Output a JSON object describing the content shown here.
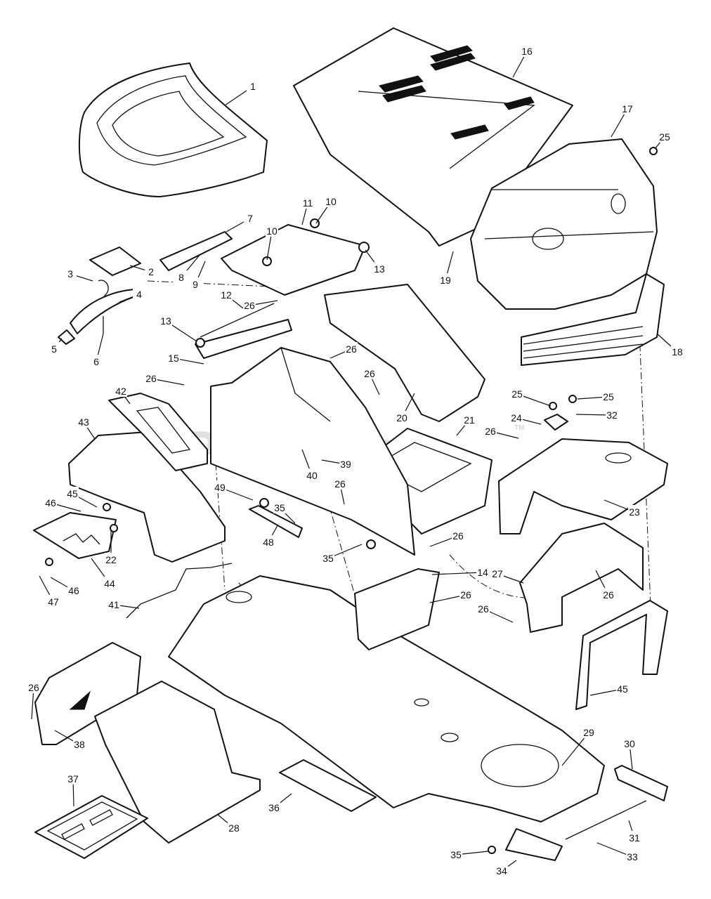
{
  "watermark": {
    "text": "PartsTree",
    "trademark": "TM"
  },
  "callouts": [
    {
      "label": "1"
    },
    {
      "label": "2"
    },
    {
      "label": "3"
    },
    {
      "label": "4"
    },
    {
      "label": "5"
    },
    {
      "label": "6"
    },
    {
      "label": "7"
    },
    {
      "label": "8"
    },
    {
      "label": "9"
    },
    {
      "label": "10"
    },
    {
      "label": "10"
    },
    {
      "label": "11"
    },
    {
      "label": "12"
    },
    {
      "label": "13"
    },
    {
      "label": "13"
    },
    {
      "label": "14"
    },
    {
      "label": "15"
    },
    {
      "label": "16"
    },
    {
      "label": "17"
    },
    {
      "label": "18"
    },
    {
      "label": "19"
    },
    {
      "label": "20"
    },
    {
      "label": "21"
    },
    {
      "label": "22"
    },
    {
      "label": "23"
    },
    {
      "label": "24"
    },
    {
      "label": "25"
    },
    {
      "label": "25"
    },
    {
      "label": "25"
    },
    {
      "label": "26"
    },
    {
      "label": "26"
    },
    {
      "label": "26"
    },
    {
      "label": "26"
    },
    {
      "label": "26"
    },
    {
      "label": "26"
    },
    {
      "label": "26"
    },
    {
      "label": "26"
    },
    {
      "label": "26"
    },
    {
      "label": "26"
    },
    {
      "label": "26"
    },
    {
      "label": "27"
    },
    {
      "label": "28"
    },
    {
      "label": "29"
    },
    {
      "label": "30"
    },
    {
      "label": "31"
    },
    {
      "label": "32"
    },
    {
      "label": "33"
    },
    {
      "label": "34"
    },
    {
      "label": "35"
    },
    {
      "label": "35"
    },
    {
      "label": "35"
    },
    {
      "label": "36"
    },
    {
      "label": "37"
    },
    {
      "label": "38"
    },
    {
      "label": "39"
    },
    {
      "label": "40"
    },
    {
      "label": "41"
    },
    {
      "label": "42"
    },
    {
      "label": "43"
    },
    {
      "label": "44"
    },
    {
      "label": "45"
    },
    {
      "label": "45"
    },
    {
      "label": "46"
    },
    {
      "label": "46"
    },
    {
      "label": "47"
    },
    {
      "label": "48"
    },
    {
      "label": "49"
    }
  ]
}
